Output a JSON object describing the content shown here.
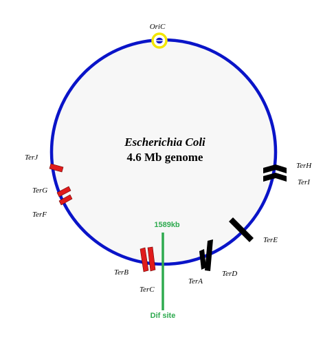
{
  "diagram": {
    "title_line1": "Escherichia Coli",
    "title_line2": "4.6 Mb genome",
    "origin_label": "OriC",
    "dif_position_label": "1589kb",
    "dif_site_label": "Dif site",
    "ter_sites": [
      {
        "id": "terj",
        "label": "TerJ"
      },
      {
        "id": "terg",
        "label": "TerG"
      },
      {
        "id": "terf",
        "label": "TerF"
      },
      {
        "id": "terh",
        "label": "TerH"
      },
      {
        "id": "teri",
        "label": "TerI"
      },
      {
        "id": "tere",
        "label": "TerE"
      },
      {
        "id": "tera",
        "label": "TerA"
      },
      {
        "id": "terd",
        "label": "TerD"
      },
      {
        "id": "terb",
        "label": "TerB"
      },
      {
        "id": "terc",
        "label": "TerC"
      }
    ],
    "colors": {
      "chromosome": "#0a14c8",
      "interior": "#f7f7f7",
      "ter_left": "#e01c1c",
      "ter_right": "#000000",
      "dif": "#2eaa4f",
      "origin_ring": "#f2e600"
    }
  }
}
